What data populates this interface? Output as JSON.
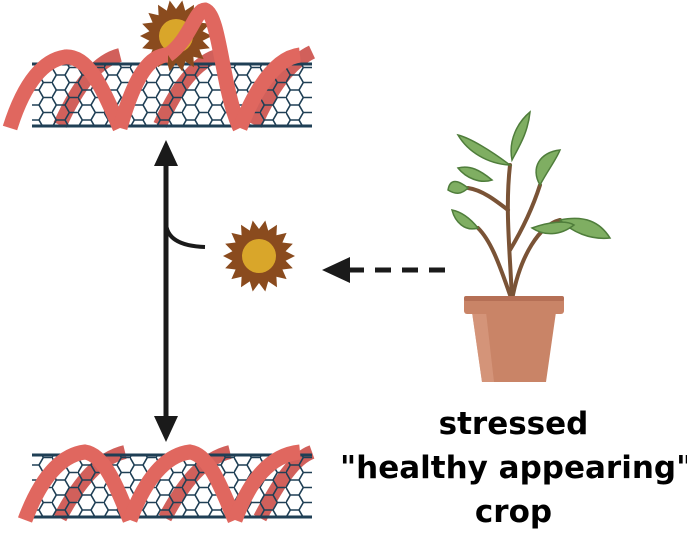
{
  "caption": {
    "line1": "stressed",
    "line2": "\"healthy appearing\"",
    "line3": "crop"
  },
  "icons": {
    "top_complex": "nanotube-with-dna-helix-and-bound-particle-icon",
    "bottom_complex": "nanotube-with-dna-helix-icon",
    "particle": "spiky-particle-icon",
    "plant": "potted-plant-icon",
    "double_arrow": "double-headed-arrow-icon",
    "dashed_arrow": "dashed-arrow-icon"
  },
  "colors": {
    "tube": "#1f3f55",
    "helix": "#e0675f",
    "helix_dark": "#c9443e",
    "particle_fill": "#d9a62a",
    "particle_edge": "#8a4b1e",
    "pot": "#c98467",
    "leaf": "#7fae62",
    "stem": "#7a5336",
    "arrow": "#1a1a1a"
  }
}
